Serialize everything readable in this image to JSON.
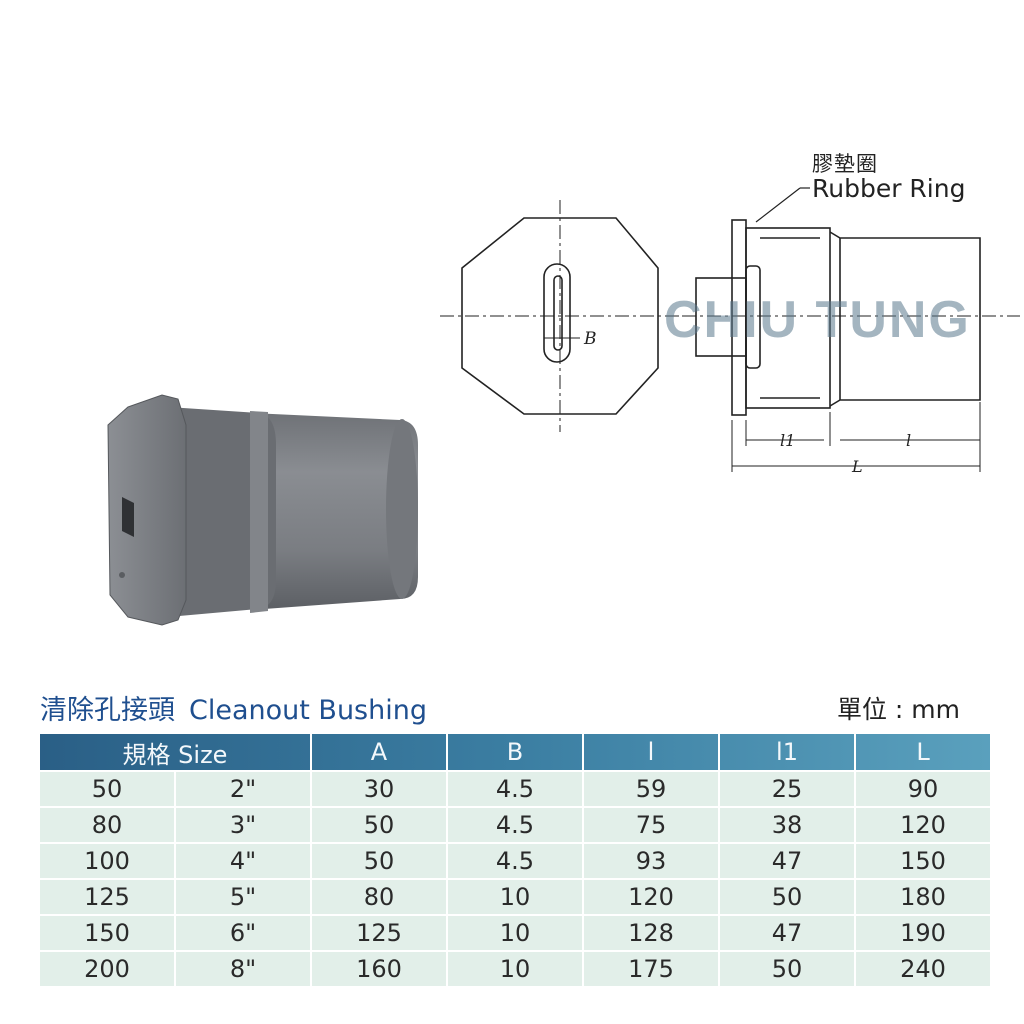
{
  "labels": {
    "rubber_ring_zh": "膠墊圈",
    "rubber_ring_en": "Rubber Ring",
    "dim_B": "B",
    "dim_l1": "l1",
    "dim_l": "l",
    "dim_L": "L"
  },
  "watermark": "CHIU TUNG",
  "title": {
    "zh": "清除孔接頭",
    "en": "Cleanout Bushing"
  },
  "unit": "單位 : mm",
  "table": {
    "headers": [
      "規格 Size",
      "A",
      "B",
      "l",
      "l1",
      "L"
    ],
    "rows": [
      [
        "50",
        "2\"",
        "30",
        "4.5",
        "59",
        "25",
        "90"
      ],
      [
        "80",
        "3\"",
        "50",
        "4.5",
        "75",
        "38",
        "120"
      ],
      [
        "100",
        "4\"",
        "50",
        "4.5",
        "93",
        "47",
        "150"
      ],
      [
        "125",
        "5\"",
        "80",
        "10",
        "120",
        "50",
        "180"
      ],
      [
        "150",
        "6\"",
        "125",
        "10",
        "128",
        "47",
        "190"
      ],
      [
        "200",
        "8\"",
        "160",
        "10",
        "175",
        "50",
        "240"
      ]
    ]
  },
  "colors": {
    "title": "#1f4f8f",
    "header_start": "#2a5f86",
    "header_end": "#5aa0bd",
    "row_bg": "#e2efe9",
    "part_gray": "#7b7e83"
  }
}
